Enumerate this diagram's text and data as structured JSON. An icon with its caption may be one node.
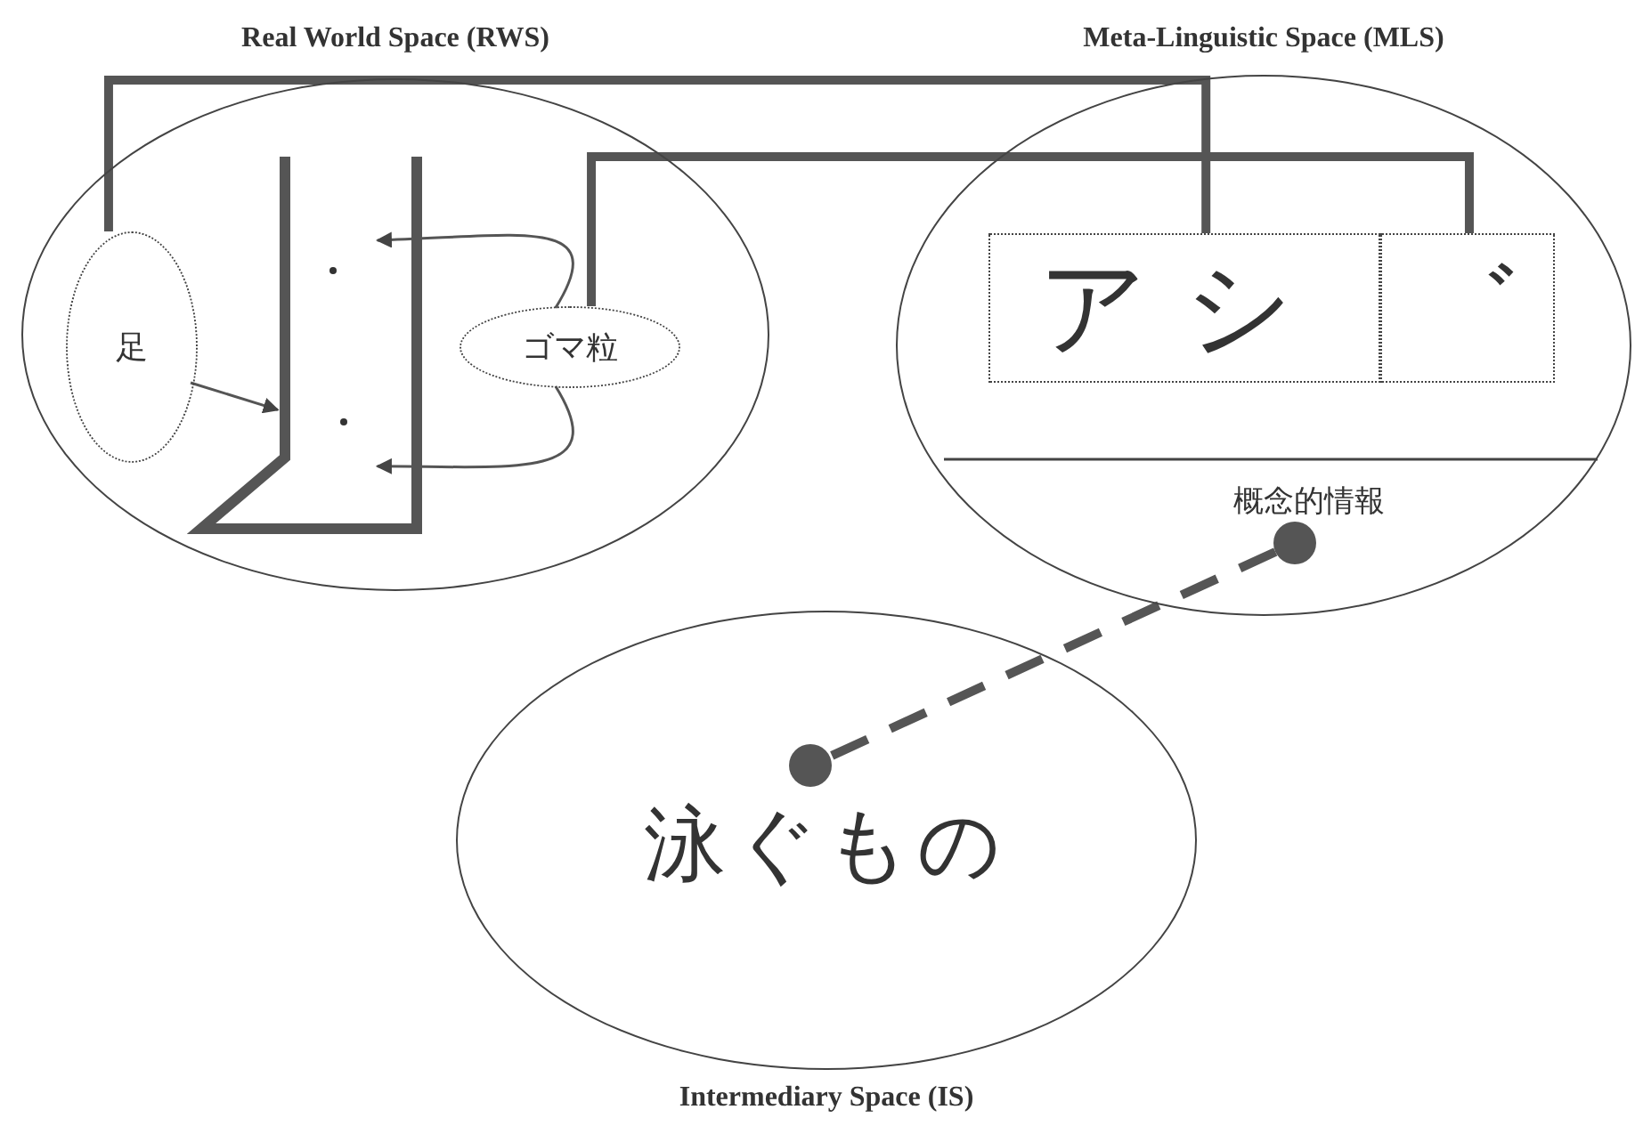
{
  "diagram": {
    "nodes": [
      {
        "text": [
          "Real World Space (RWS)"
        ]
      },
      {
        "text": [
          "足"
        ],
        "in": 0
      },
      {
        "text": [
          "ゴマ粒"
        ],
        "in": 0
      },
      {
        "text": [],
        "shape": "picture",
        "in": 0
      },
      {
        "text": [
          "Meta-Linguistic Space (MLS)"
        ]
      },
      {
        "text": [
          "アシ"
        ],
        "in": 4
      },
      {
        "text": [
          "゛"
        ],
        "in": 4
      },
      {
        "text": [],
        "shape": "circle",
        "in": 4,
        "beside": [
          "概念的情報"
        ]
      },
      {
        "text": [
          "泳ぐもの",
          "Intermediary Space (IS)"
        ]
      },
      {
        "text": [],
        "shape": "circle",
        "in": 8
      }
    ],
    "edges": [
      {
        "from": 1,
        "to": 3,
        "arrow": "to"
      },
      {
        "from": 2,
        "to": 3,
        "arrow": "to"
      },
      {
        "from": 2,
        "to": 3,
        "arrow": "to"
      },
      {
        "from": 1,
        "to": 5,
        "arrow": "none",
        "style": "thick"
      },
      {
        "from": 2,
        "to": 6,
        "arrow": "none",
        "style": "thick"
      },
      {
        "from": 7,
        "to": 9,
        "arrow": "none",
        "style": "dashed"
      }
    ]
  }
}
